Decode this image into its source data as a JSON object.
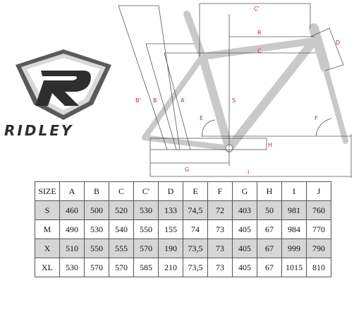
{
  "brand": {
    "wordmark": "RIDLEY",
    "colors": {
      "dark": "#2e2e2e",
      "mid": "#6d6d6d",
      "light": "#bfbfbf"
    },
    "icon": "ridley-shield-logo"
  },
  "diagram": {
    "labels": {
      "c_prime": "C'",
      "r": "R",
      "c": "C",
      "d": "D",
      "b_prime": "B'",
      "b": "B",
      "a": "A",
      "s": "S",
      "e": "E",
      "f": "F",
      "h": "H",
      "g": "G",
      "i": "I"
    },
    "colors": {
      "frame": "#c9c9c9",
      "lines": "#555555",
      "labels": "#b0303a"
    }
  },
  "table": {
    "headers": [
      "SIZE",
      "A",
      "B",
      "C",
      "C'",
      "D",
      "E",
      "F",
      "G",
      "H",
      "I",
      "J"
    ],
    "rows": [
      [
        "S",
        "460",
        "500",
        "520",
        "530",
        "133",
        "74,5",
        "72",
        "403",
        "50",
        "981",
        "760"
      ],
      [
        "M",
        "490",
        "530",
        "540",
        "550",
        "155",
        "74",
        "73",
        "405",
        "67",
        "984",
        "770"
      ],
      [
        "X",
        "510",
        "550",
        "555",
        "570",
        "190",
        "73,5",
        "73",
        "405",
        "67",
        "999",
        "790"
      ],
      [
        "XL",
        "530",
        "570",
        "570",
        "585",
        "210",
        "73,5",
        "73",
        "405",
        "67",
        "1015",
        "810"
      ]
    ],
    "shade_color": "#d6d6d6"
  }
}
